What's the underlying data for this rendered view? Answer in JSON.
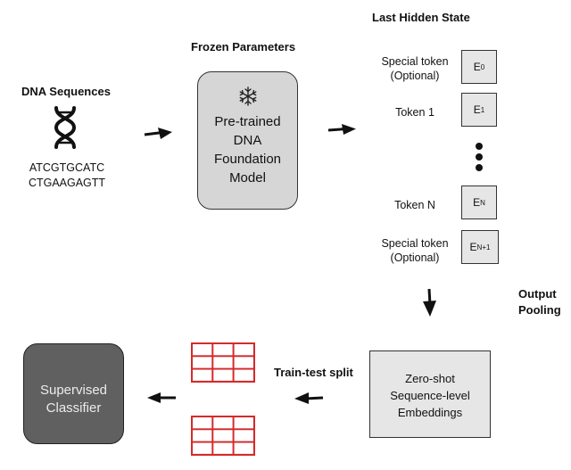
{
  "headings": {
    "last_hidden_state": "Last Hidden State",
    "frozen_parameters": "Frozen Parameters",
    "dna_sequences": "DNA Sequences",
    "output_pooling_line1": "Output",
    "output_pooling_line2": "Pooling",
    "train_test_split": "Train-test split"
  },
  "dna": {
    "icon": "dna-helix-icon",
    "sequence_line1": "ATCGTGCATC",
    "sequence_line2": "CTGAAGAGTT"
  },
  "model": {
    "icon": "snowflake-icon",
    "lines": [
      "Pre-trained",
      "DNA",
      "Foundation",
      "Model"
    ]
  },
  "tokens": [
    {
      "label_line1": "Special token",
      "label_line2": "(Optional)",
      "embedding": "E",
      "sub": "0"
    },
    {
      "label_line1": "Token 1",
      "label_line2": "",
      "embedding": "E",
      "sub": "1"
    },
    {
      "label_line1": "Token N",
      "label_line2": "",
      "embedding": "E",
      "sub": "N"
    },
    {
      "label_line1": "Special token",
      "label_line2": "(Optional)",
      "embedding": "E",
      "sub": "N+1"
    }
  ],
  "embeddings": {
    "lines": [
      "Zero-shot",
      "Sequence-level",
      "Embeddings"
    ]
  },
  "classifier": {
    "lines": [
      "Supervised",
      "Classifier"
    ]
  },
  "colors": {
    "model_fill": "#d6d6d6",
    "embedding_fill": "#e6e6e6",
    "classifier_fill": "#606060",
    "grid_red": "#d42b2b",
    "arrow": "#111111"
  }
}
